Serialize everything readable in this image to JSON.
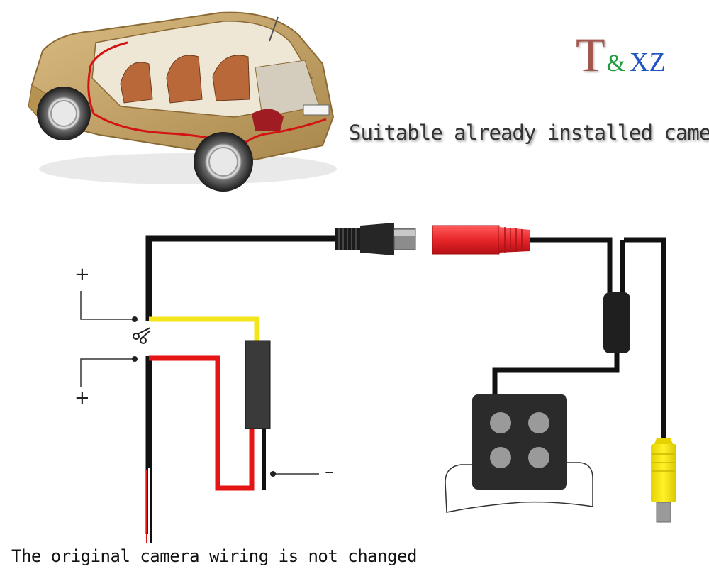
{
  "brand": {
    "t": "T",
    "amp": "&",
    "xz": "XZ"
  },
  "tagline": "Suitable already installed camera",
  "caption": "The original camera wiring is not changed",
  "labels": {
    "plus_top": "+",
    "plus_bottom": "+",
    "minus": "–"
  },
  "colors": {
    "wire_black": "#111111",
    "wire_yellow": "#f2e51a",
    "wire_red": "#e51515",
    "female_plug": "#e8262a",
    "rca_yellow": "#f5e400",
    "filter_box": "#3a3a3a",
    "camera_body": "#2b2b2b",
    "camera_led": "#9a9a9a",
    "car_body": "#c9a76a"
  },
  "icons": {
    "cut": "scissors-icon"
  }
}
